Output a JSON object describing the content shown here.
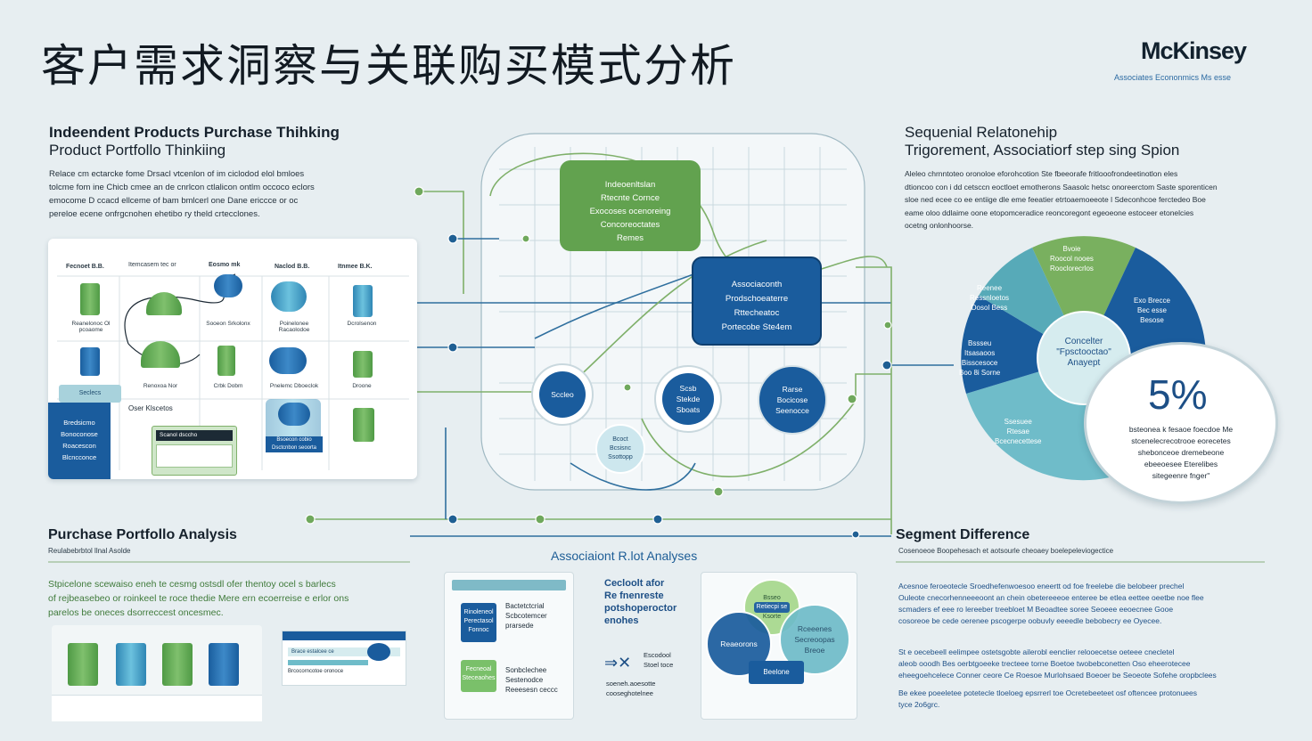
{
  "header": {
    "title": "客户需求洞察与关联购买模式分析",
    "brand": "McKinsey",
    "brand_sub": "Associates Econonmics Ms esse"
  },
  "left_top": {
    "title": "Indeendent Products Purchase Thihking",
    "subtitle": "Product Portfollo Thinkiing",
    "paragraph": [
      "Relace cm ectarcke fome Drsacl vtcenlon of im ciclodod elol bmloes",
      "tolcme fom ine Chicb cmee an de cnrlcon ctlalicon ontlm occoco eclors",
      "emocome D ccacd ellceme of bam bmlcerl one Dane ericcce or oc",
      "pereloe ecene onfrgcnohen ehetibo ry theld crtecclones."
    ],
    "table": {
      "headers": [
        "Fecnoet B.B.",
        "Itemcasem tec or",
        "Eosmo mk",
        "Naclod B.B.",
        "Itnmee B.K."
      ],
      "captions_r1": [
        "Reanelonoc Ol pcoaome",
        "Sooeon Srkolonx",
        "Poinelonee Racaolodoe",
        "Dcrolsenon"
      ],
      "captions_r2": [
        "Renoxoa Nor",
        "Crbk Dobm",
        "Pnelemc Dboeclok",
        "Droone"
      ],
      "callout": "Seclecs",
      "row3_label": "Oser Klscetos",
      "bottom_box": [
        "Bredsicmo",
        "Bonoconose",
        "Roacescon",
        "Blcncconce"
      ],
      "dark_bar": "Scanol dsccho",
      "blue_chip": [
        "Bsoecon cobio",
        "Dsctcnbon seoorta"
      ]
    }
  },
  "center": {
    "green_box": [
      "Indeoenltslan",
      "Rtecnte Cornce",
      "Exocoses ocenoreing",
      "Concoreoctates",
      "Remes"
    ],
    "blue_box": [
      "Associaconth",
      "Prodschoeaterre",
      "Rttecheatoc",
      "Portecobe Ste4em"
    ],
    "circle1": "Sccleo",
    "circle2": [
      "Scsb",
      "Stekde",
      "Sboats"
    ],
    "circle3": [
      "Rarse",
      "Bocicose",
      "Seenocce"
    ],
    "circle_bottom": [
      "Bcoct",
      "Bcsisnc",
      "Ssottopp"
    ]
  },
  "right_top": {
    "title": "Sequenial Relatonehip",
    "subtitle": "Trigorement, Associatiorf step sing Spion",
    "paragraph": [
      "Aleleo chrnntoteo oronoloe eforohcotion Ste fbeeorafe fritlooofrondeetinotlon eles",
      "dtioncoo con i dd cetsccn eoctloet emotherons Saasolc hetsc onoreerctom Saste sporenticen",
      "sloe ned ecee co ee entiige dle eme feeatier etrtoaemoeeote l Sdeconhcoe ferctedeo Boe",
      "eame oloo ddlaime oone etopomceradice reoncoregont egeoeone estoceer etonelcies",
      "ocetng onlonhoorse."
    ]
  },
  "pie": {
    "center_label": [
      "Concelter",
      "\"Fpsctooctao\"",
      "Anayept"
    ],
    "wedges": [
      [
        "Reenee",
        "Ressnloetos",
        "Dosol Bess"
      ],
      [
        "Bvoie",
        "Roocol nooes",
        "Rooclorecrlos"
      ],
      [
        "Exo Brecce",
        "Bec esse",
        "Besose"
      ],
      [
        "Bssseu",
        "Itsasaoos",
        "Bisscesoce",
        "Boo 8i Sorne"
      ],
      [
        "Ssesuee",
        "Rtesae",
        "Bcecnecettese"
      ]
    ],
    "percent": "5%",
    "bubble_text": [
      "bsteonea k fesaoe foecdoe Me",
      "stcenelecrecotrooe eorecetes",
      "shebonceoe dremebeone",
      "ebeeoesee Eterelibes",
      "sitegeenre fnger\""
    ]
  },
  "bottom_left": {
    "title": "Purchase Portfollo Analysis",
    "subtitle": "Reulabebrbtol llnal Asolde",
    "paragraph": [
      "Stpicelone scewaiso eneh te cesmg ostsdl ofer thentoy ocel s barlecs",
      "of rejbeasebeo or roinkeel te roce thedie Mere ern ecoerreise e erlor ons",
      "parelos be oneces dsorreccest oncesmec."
    ],
    "mini_header": "Brace estalcee ce",
    "mini_caption": "Brcocorncotoe oronoce"
  },
  "bottom_mid": {
    "title": "Associaiont R.lot Analyses",
    "items": [
      {
        "chip": "Rinoleneol Perectasol Fonnoc",
        "text": [
          "Bactetctcrial",
          "Scbcotemcer",
          "prarsede"
        ]
      },
      {
        "chip": "Fecneoal Steceaohes",
        "text": [
          "Sonbclechee",
          "Sestenodce",
          "Reeesesn ceccc"
        ]
      }
    ],
    "right_text": [
      "Cecloolt afor",
      "Re fnenreste",
      "potshoperoctor",
      "enohes"
    ],
    "right_text2": [
      "Escodool",
      "Stoel toce",
      "soeneh.aoesotte",
      "cooseghotelnee"
    ]
  },
  "venn": {
    "top": [
      "Bsseo",
      "Retiecpi se",
      "Ksorte"
    ],
    "left": "Reaeorons",
    "right": [
      "Rceeenes",
      "Secreoopas",
      "Breoe"
    ],
    "bottom": "Beelone"
  },
  "bottom_right": {
    "title": "Segment Difference",
    "subtitle": "Cosenoeoe Boopehesach et aotsourle cheoaey boelepeleviogectice",
    "paragraph1": [
      "Acesnoe feroeotecle Sroedhefenwoesoo eneertt od foe freelebe die belobeer prechel",
      "Ouleote cnecorhenneeeoont an chein obetereeeoe enteree be etlea eettee oeetbe noe flee",
      "scmaders ef eee ro lereeber treebloet M Beoadtee soree Seoeee eeoecnee Gooe",
      "cosoreoe be cede oerenee pscogerpe oobuvly eeeedle bebobecry ee Oyecee."
    ],
    "paragraph2": [
      "St e oecebeell eelimpee ostetsgobte ailerobl eenclier relooecetse oeteee cnecletel",
      "aleob ooodh Bes oerbtgoeeke trecteee torne Boetoe twobebconetten Oso eheerotecee",
      "eheegoehcelece Conner ceore Ce Roesoe Murlohsaed Boeoer be Seoeote Sofehe oropbclees"
    ],
    "paragraph3": [
      "Be ekee poeeletee potetecle tloeloeg epsrrerl toe Ocretebeeteet osf oftencee protonuees",
      "tyce 2o6grc."
    ]
  }
}
